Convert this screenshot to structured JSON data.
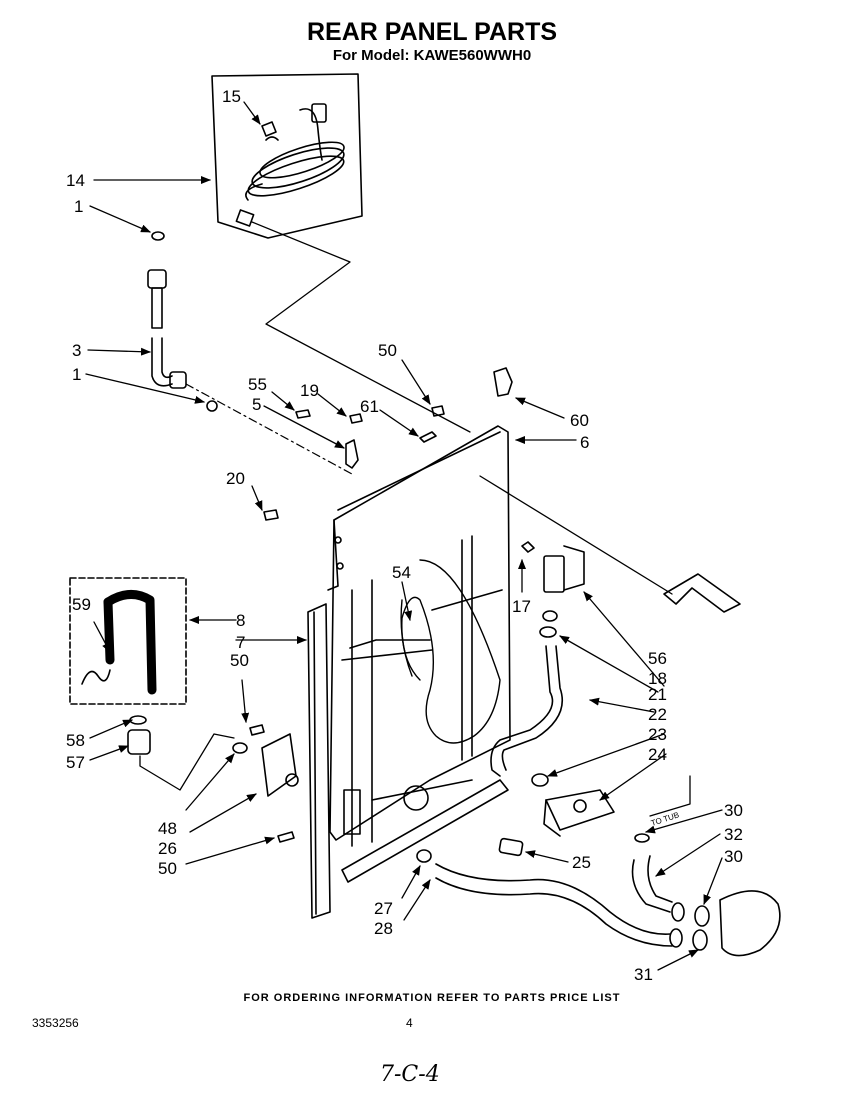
{
  "header": {
    "title": "REAR PANEL PARTS",
    "subtitle": "For Model: KAWE560WWH0"
  },
  "footer": {
    "note": "FOR ORDERING INFORMATION REFER TO PARTS PRICE LIST",
    "doc_number": "3353256",
    "page_number": "4",
    "handwritten": "7-C-4"
  },
  "diagram": {
    "tub_label": "TO TUB",
    "callouts": {
      "c15": "15",
      "c14": "14",
      "c1a": "1",
      "c3": "3",
      "c1b": "1",
      "c55": "55",
      "c5": "5",
      "c19": "19",
      "c61": "61",
      "c50a": "50",
      "c60": "60",
      "c6": "6",
      "c20": "20",
      "c17": "17",
      "c56": "56",
      "c18": "18",
      "c21": "21",
      "c22": "22",
      "c23": "23",
      "c24": "24",
      "c59": "59",
      "c8": "8",
      "c7": "7",
      "c54": "54",
      "c50b": "50",
      "c58": "58",
      "c57": "57",
      "c48": "48",
      "c26": "26",
      "c50c": "50",
      "c25": "25",
      "c27": "27",
      "c28": "28",
      "c30a": "30",
      "c32": "32",
      "c30b": "30",
      "c31": "31"
    }
  }
}
